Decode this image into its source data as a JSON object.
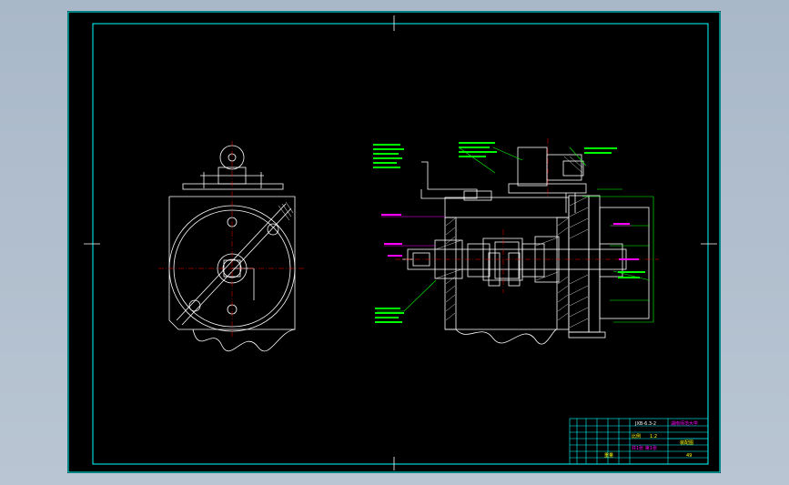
{
  "colors": {
    "background": "#000000",
    "frame": "#00ffff",
    "outline": "#ffffff",
    "leader": "#00ff00",
    "dimension": "#ff00ff",
    "center_line": "#ff0000",
    "desktop": "#b0bfcf"
  },
  "title_block": {
    "drawing_number": "JXB-6.3-2",
    "company": "湖南师范大学",
    "drawing_name": "装配图",
    "scale_label": "比例",
    "scale_value": "1:2",
    "sheet_label": "共1张 第1张",
    "material_label": "重量",
    "page_number": "49"
  }
}
